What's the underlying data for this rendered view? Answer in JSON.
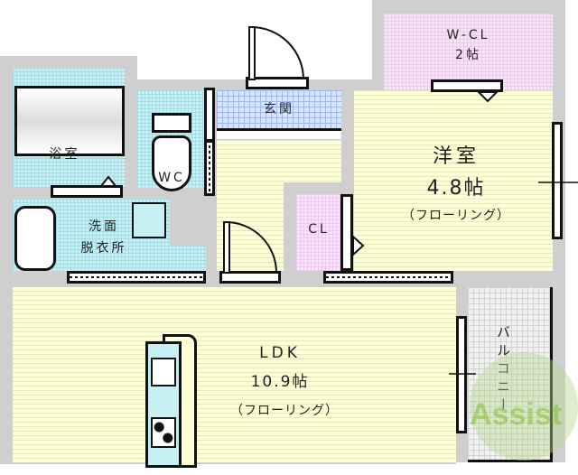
{
  "rooms": {
    "walk_in_closet": {
      "name": "W-CL",
      "size": "2帖"
    },
    "bathroom": {
      "name": "浴室"
    },
    "toilet": {
      "name": "WC"
    },
    "entrance": {
      "name": "玄関"
    },
    "western_room": {
      "name": "洋室",
      "size": "4.8帖",
      "floor": "（フローリング）"
    },
    "washroom": {
      "name_line1": "洗面",
      "name_line2": "脱衣所"
    },
    "closet": {
      "name": "CL"
    },
    "ldk": {
      "name": "LDK",
      "size": "10.9帖",
      "floor": "（フローリング）"
    },
    "balcony": {
      "name": "バルコニー"
    }
  },
  "watermark": {
    "text": "Assist",
    "color": "#8dc63f"
  },
  "colors": {
    "wall": "#cfcfcf",
    "floor": "#ffffd6",
    "wet_area": "#c6f0f4",
    "closet": "#fbe3fb",
    "entrance": "#d8e6ff"
  }
}
